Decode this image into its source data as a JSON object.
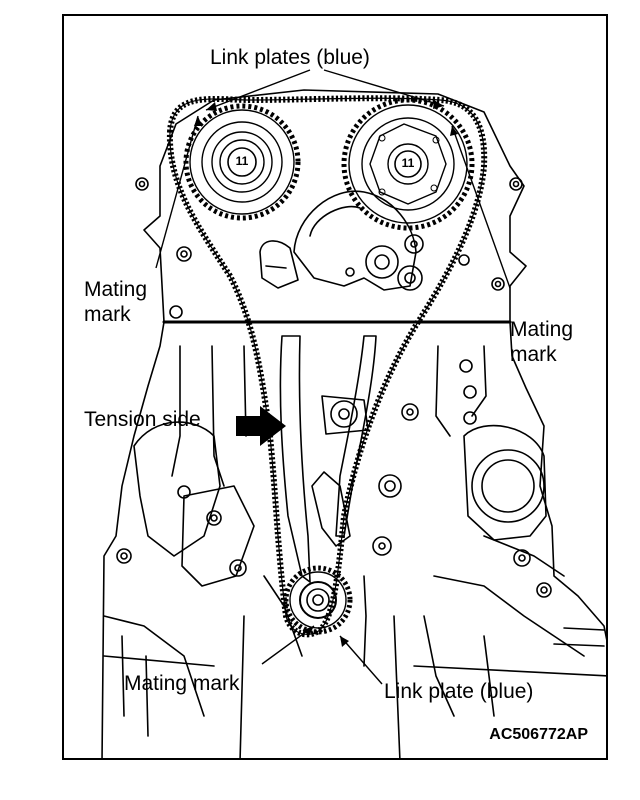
{
  "labels": {
    "link_plates_top": "Link plates (blue)",
    "mating_mark_left": "Mating\nmark",
    "mating_mark_right": "Mating\nmark",
    "tension_side": "Tension side",
    "mating_mark_bottom": "Mating mark",
    "link_plate_bottom": "Link plate (blue)"
  },
  "sprocket_markings": {
    "left_cam": "11",
    "right_cam": "11"
  },
  "figure_code": "AC506772AP",
  "colors": {
    "ink": "#000000",
    "background": "#ffffff"
  }
}
